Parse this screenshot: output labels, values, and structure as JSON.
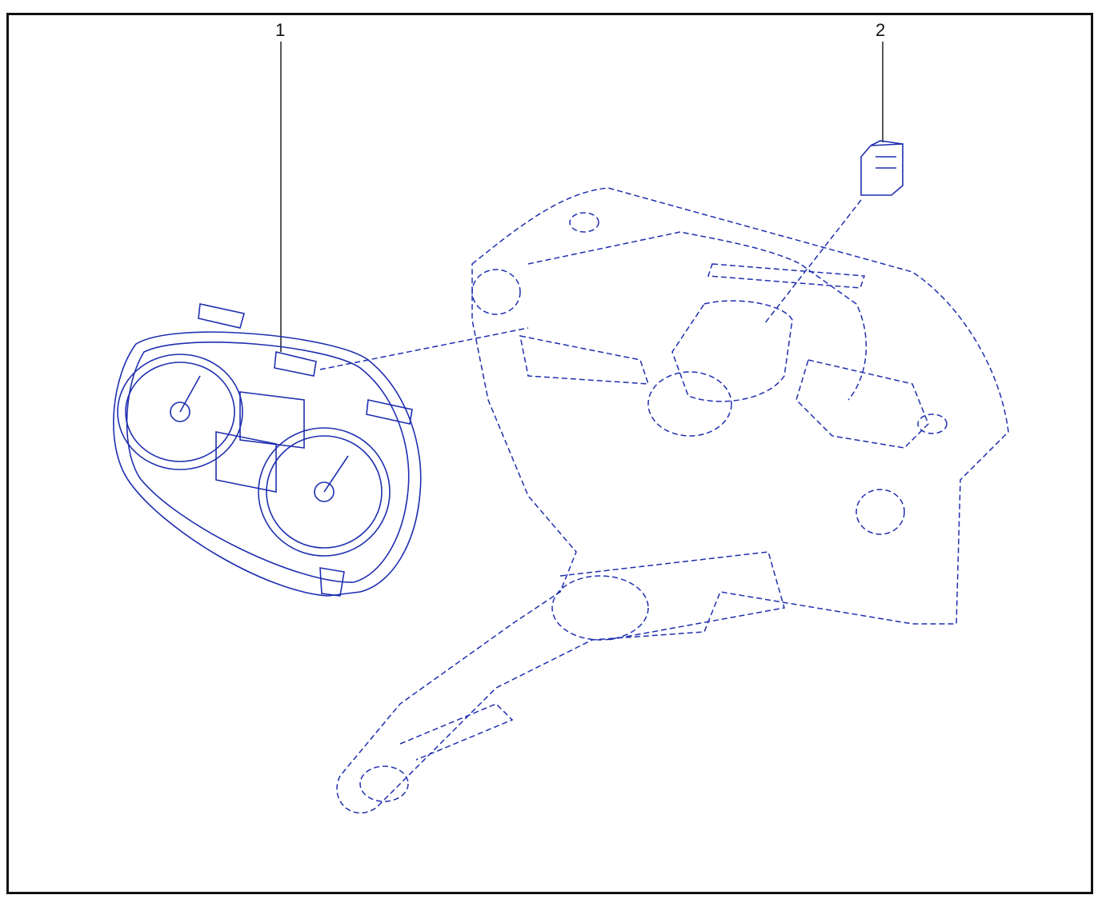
{
  "figure": {
    "callouts": [
      {
        "id": "1",
        "label": "1"
      },
      {
        "id": "2",
        "label": "2"
      }
    ],
    "colors": {
      "line": "#1f2fb0",
      "frame": "#111111",
      "background": "#ffffff"
    },
    "parts": [
      {
        "callout": "1",
        "icon": "instrument-cluster"
      },
      {
        "callout": "2",
        "icon": "switch-module"
      }
    ],
    "context_icon": "dashboard-outline"
  }
}
